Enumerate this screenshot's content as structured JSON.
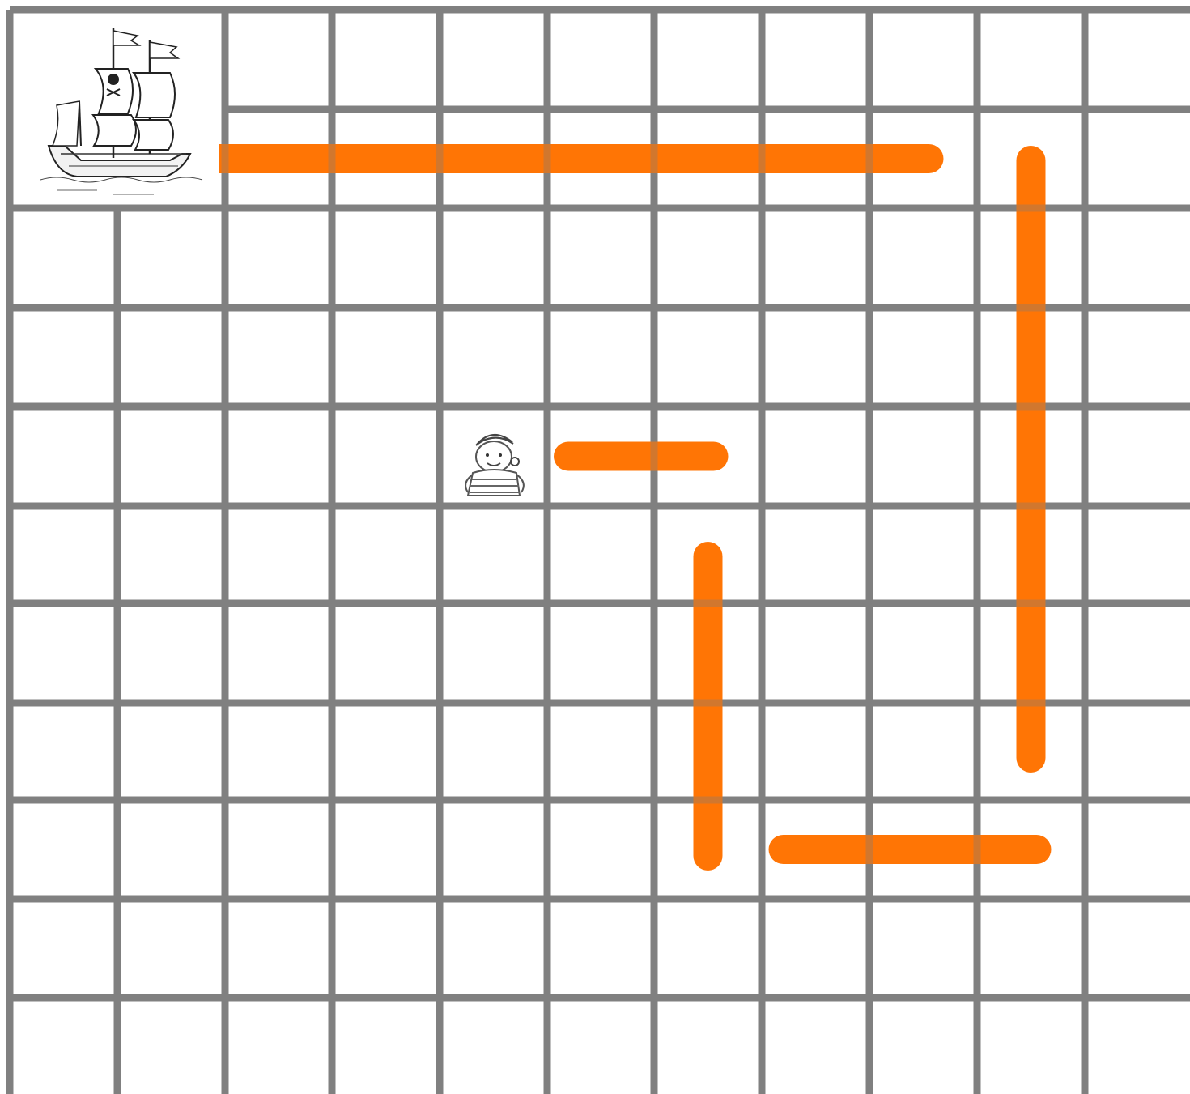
{
  "board": {
    "columns": 11,
    "rows": 11,
    "grid_color": "#808080",
    "background_color": "#ffffff"
  },
  "walls": {
    "color": "#ff7200",
    "segments": [
      {
        "orientation": "horizontal",
        "from": [
          1,
          1
        ],
        "to": [
          8,
          1
        ]
      },
      {
        "orientation": "vertical",
        "from": [
          9,
          1
        ],
        "to": [
          9,
          7
        ]
      },
      {
        "orientation": "horizontal",
        "from": [
          5,
          4
        ],
        "to": [
          6,
          4
        ]
      },
      {
        "orientation": "vertical",
        "from": [
          6,
          5
        ],
        "to": [
          6,
          8
        ]
      },
      {
        "orientation": "horizontal",
        "from": [
          7,
          8
        ],
        "to": [
          9,
          8
        ]
      }
    ]
  },
  "pieces": [
    {
      "name": "pirate-ship",
      "icon": "pirate-ship-icon",
      "cell": [
        0,
        0
      ],
      "span": [
        2,
        2
      ]
    },
    {
      "name": "pirate-boy",
      "icon": "pirate-boy-icon",
      "cell": [
        4,
        4
      ],
      "span": [
        1,
        1
      ]
    }
  ]
}
